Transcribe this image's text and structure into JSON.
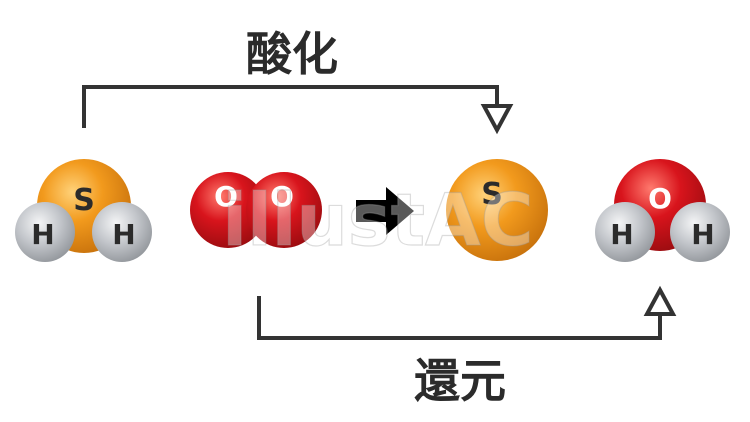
{
  "labels": {
    "oxidation": "酸化",
    "reduction": "還元"
  },
  "molecules": {
    "h2s": {
      "center": "S",
      "left": "H",
      "right": "H"
    },
    "o2": {
      "left": "O",
      "right": "O"
    },
    "s": {
      "atom": "S"
    },
    "h2o": {
      "center": "O",
      "left": "H",
      "right": "H"
    }
  },
  "watermark": "illustAC",
  "colors": {
    "sulfur": "#f29a1d",
    "oxygen": "#d8141c",
    "hydrogen": "#b9bcc1",
    "line": "#333333",
    "reaction_arrow": "#000000"
  },
  "icons": {
    "reaction_arrow": "right-arrow-icon",
    "oxidation_arrow": "down-arrow-icon",
    "reduction_arrow": "up-arrow-icon"
  }
}
